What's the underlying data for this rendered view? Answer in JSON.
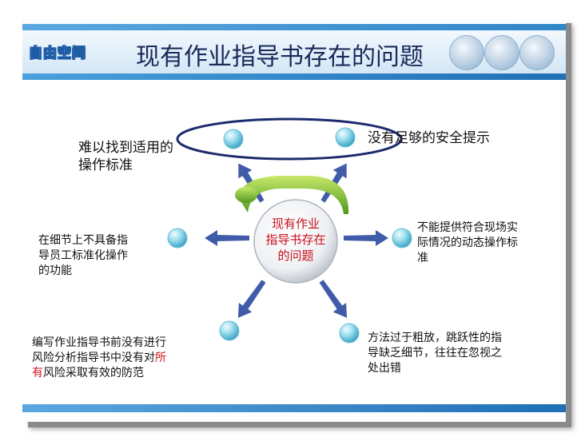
{
  "header": {
    "logo_text": "自由空间",
    "title": "现有作业指导书存在的问题"
  },
  "center": {
    "text": "现有作业\n指导书存在\n的问题"
  },
  "nodes": [
    {
      "id": "top-left",
      "text": "难以找到适用的\n操作标准"
    },
    {
      "id": "top-right",
      "text": "没有足够的安全提示"
    },
    {
      "id": "left",
      "text": "在细节上不具备指\n导员工标准化操作\n的功能"
    },
    {
      "id": "right",
      "text": "不能提供符合现场实\n际情况的动态操作标\n准"
    },
    {
      "id": "bottom-left",
      "parts": [
        "编写作业指导书前没有进行\n风险分析指导书中没有对",
        "所\n有",
        "风险采取有效的防范"
      ]
    },
    {
      "id": "bottom-right",
      "text": "方法过于粗放，跳跃性的指\n导缺乏细节，往往在忽视之\n处出错"
    }
  ],
  "colors": {
    "accent_blue": "#2f86c9",
    "node_ball": "#7fd3e6",
    "cap_green": "#8cc63f",
    "highlight_red": "#d4141c"
  }
}
